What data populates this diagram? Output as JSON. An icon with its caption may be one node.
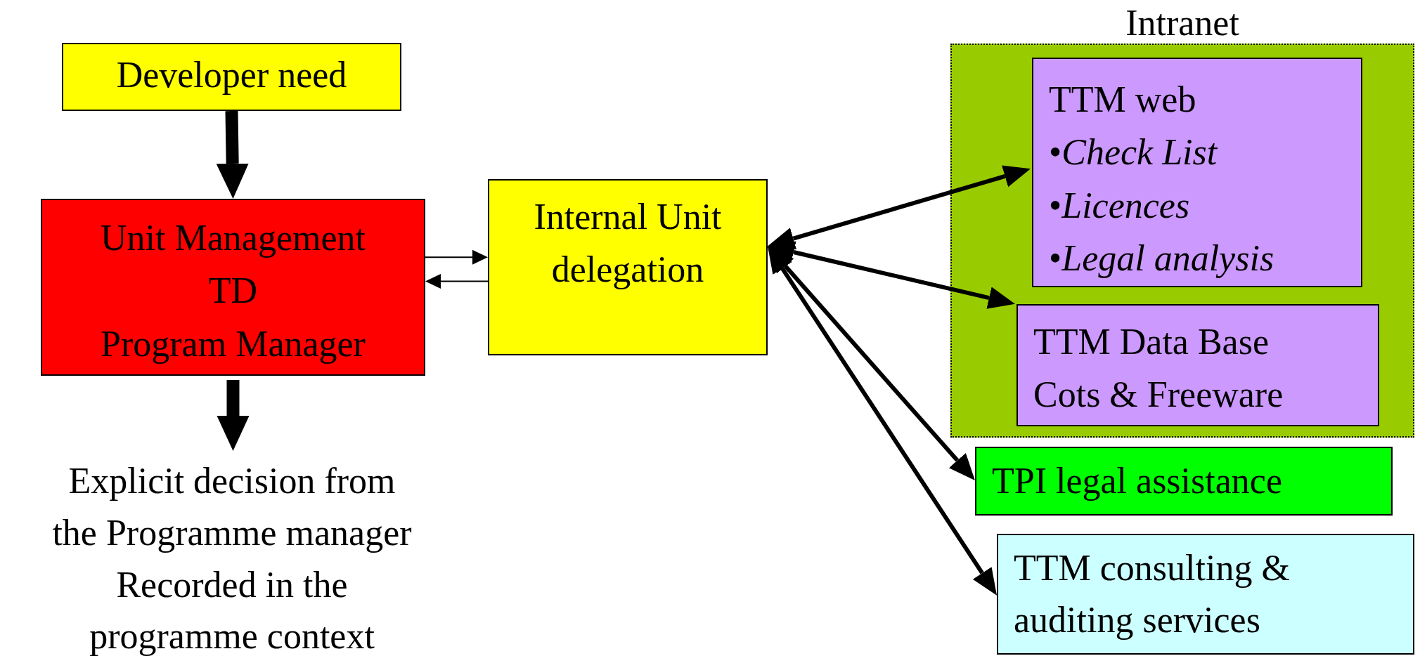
{
  "diagram": {
    "nodes": [
      {
        "text": [
          "Developer need"
        ]
      },
      {
        "text": [
          "Unit Management",
          "TD",
          "Program Manager"
        ]
      },
      {
        "text": [
          "Internal Unit delegation"
        ]
      },
      {
        "text": [
          "Explicit decision from",
          "the Programme manager",
          "Recorded in the",
          "programme context"
        ]
      },
      {
        "text": [
          "Intranet"
        ]
      },
      {
        "text": [
          "TTM web",
          "•*Check List*",
          "•*Licences*",
          "•*Legal analysis*"
        ],
        "in": 4
      },
      {
        "text": [
          "TTM Data Base",
          "Cots & Freeware"
        ],
        "in": 4
      },
      {
        "text": [
          "TPI legal assistance"
        ]
      },
      {
        "text": [
          "TTM consulting & auditing services"
        ]
      }
    ],
    "edges": [
      {
        "from": 0,
        "to": 1,
        "arrow": "to",
        "style": "thick"
      },
      {
        "from": 1,
        "to": 2,
        "arrow": "to"
      },
      {
        "from": 2,
        "to": 1,
        "arrow": "to"
      },
      {
        "from": 1,
        "to": 3,
        "arrow": "to",
        "style": "thick"
      },
      {
        "from": 2,
        "to": 5,
        "arrow": "both"
      },
      {
        "from": 2,
        "to": 6,
        "arrow": "both"
      },
      {
        "from": 2,
        "to": 7,
        "arrow": "both"
      },
      {
        "from": 2,
        "to": 8,
        "arrow": "both"
      }
    ]
  }
}
